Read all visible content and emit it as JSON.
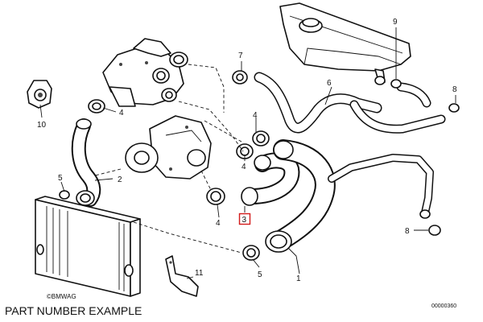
{
  "diagram": {
    "brand": "©BMWAG",
    "doc_id": "00000360",
    "caption": "PART NUMBER EXAMPLE",
    "highlight_color": "#d21a1a",
    "callouts": [
      {
        "id": "c1",
        "label": "1"
      },
      {
        "id": "c2",
        "label": "2"
      },
      {
        "id": "c3",
        "label": "3",
        "highlight": true
      },
      {
        "id": "c4a",
        "label": "4"
      },
      {
        "id": "c4b",
        "label": "4"
      },
      {
        "id": "c4c",
        "label": "4"
      },
      {
        "id": "c4d",
        "label": "4"
      },
      {
        "id": "c5a",
        "label": "5"
      },
      {
        "id": "c5b",
        "label": "5"
      },
      {
        "id": "c6",
        "label": "6"
      },
      {
        "id": "c7",
        "label": "7"
      },
      {
        "id": "c8a",
        "label": "8"
      },
      {
        "id": "c8b",
        "label": "8"
      },
      {
        "id": "c9",
        "label": "9"
      },
      {
        "id": "c10",
        "label": "10"
      },
      {
        "id": "c11",
        "label": "11"
      }
    ]
  }
}
